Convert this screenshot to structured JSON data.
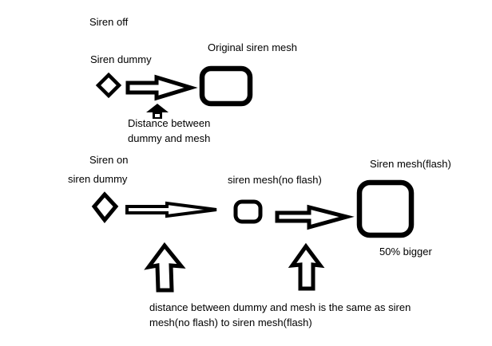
{
  "canvas": {
    "background_color": "#ffffff",
    "ink_color": "#000000"
  },
  "top_section": {
    "title": "Siren off",
    "dummy_label": "Siren dummy",
    "mesh_label": "Original siren mesh",
    "distance_note_line1": "Distance between",
    "distance_note_line2": "dummy and mesh"
  },
  "bottom_section": {
    "title": "Siren on",
    "dummy_label": "siren dummy",
    "mesh_noflash_label": "siren mesh(no flash)",
    "mesh_flash_label": "Siren mesh(flash)",
    "size_note": "50% bigger",
    "footnote_line1": "distance between dummy and mesh is the same as siren",
    "footnote_line2": "mesh(no flash) to siren mesh(flash)"
  },
  "shapes": {
    "siren_dummy": "diamond-outline",
    "siren_mesh": "rounded-rectangle-outline",
    "flow": "right-block-arrow-outline",
    "pointer": "up-block-arrow"
  }
}
